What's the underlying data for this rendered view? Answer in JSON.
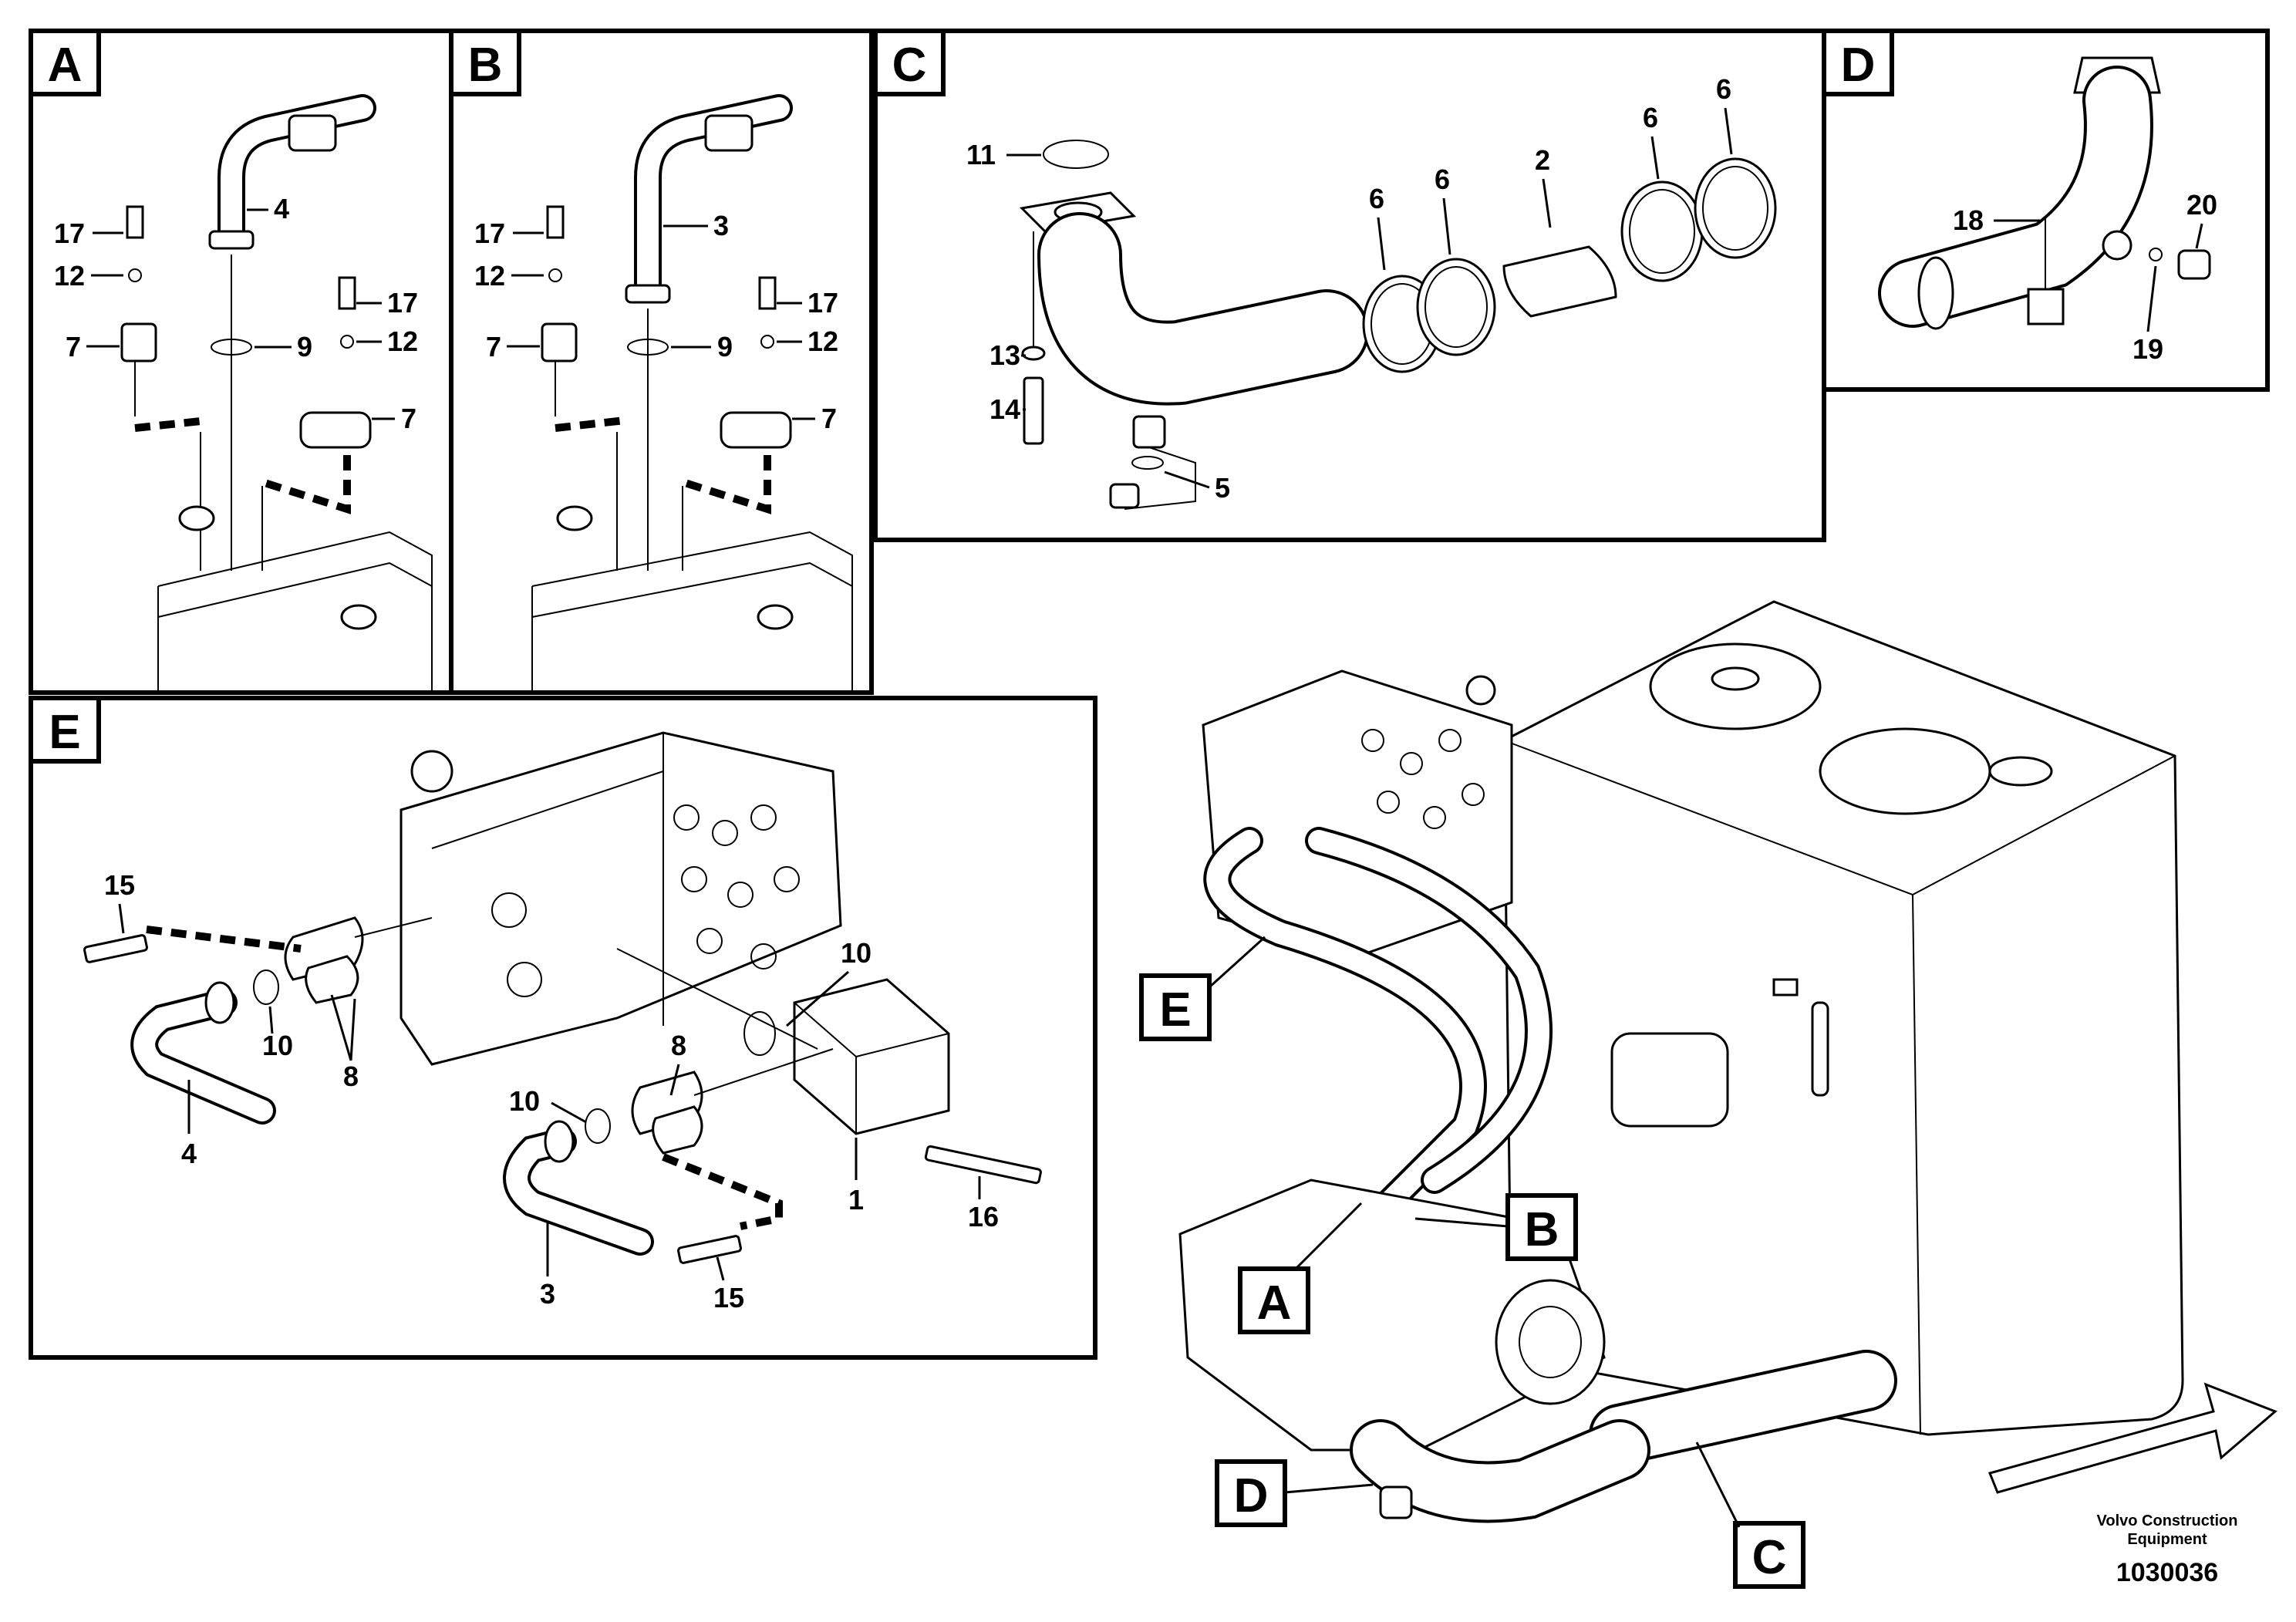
{
  "panels": {
    "A": {
      "label": "A",
      "callouts": [
        "4",
        "17",
        "12",
        "7",
        "9",
        "17",
        "12",
        "7"
      ]
    },
    "B": {
      "label": "B",
      "callouts": [
        "3",
        "17",
        "12",
        "7",
        "9",
        "17",
        "12",
        "7"
      ]
    },
    "C": {
      "label": "C",
      "callouts": [
        "11",
        "13",
        "14",
        "5",
        "6",
        "6",
        "2",
        "6",
        "6"
      ]
    },
    "D": {
      "label": "D",
      "callouts": [
        "18",
        "20",
        "19"
      ]
    },
    "E": {
      "label": "E",
      "callouts": [
        "15",
        "10",
        "8",
        "4",
        "10",
        "8",
        "10",
        "3",
        "15",
        "1",
        "16"
      ]
    }
  },
  "overview_tags": [
    "E",
    "B",
    "A",
    "D",
    "C"
  ],
  "footer": {
    "brand_line1": "Volvo Construction",
    "brand_line2": "Equipment",
    "drawing_number": "1030036"
  }
}
